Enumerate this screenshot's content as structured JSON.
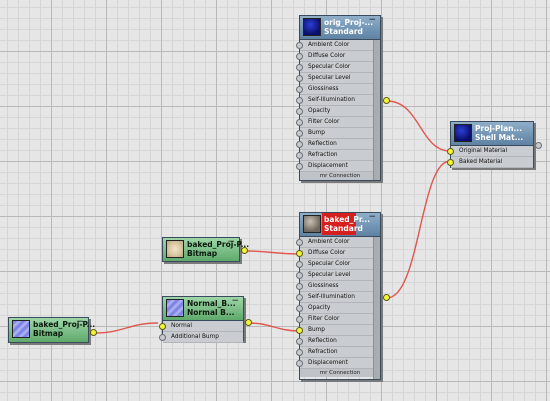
{
  "material_slots": [
    "Ambient Color",
    "Diffuse Color",
    "Specular Color",
    "Specular Level",
    "Glossiness",
    "Self-Illumination",
    "Opacity",
    "Filter Color",
    "Bump",
    "Reflection",
    "Refraction",
    "Displacement"
  ],
  "nodes": {
    "orig_material": {
      "title": "orig_Proj-...",
      "type": "Standard",
      "footer": "mr Connection",
      "minimize": "−"
    },
    "shell_material": {
      "title": "Proj-Plan...",
      "type": "Shell Mat...",
      "slots": [
        "Original Material",
        "Baked Material"
      ]
    },
    "baked_material": {
      "title": "baked_Pr...",
      "type": "Standard",
      "footer": "mr Connection",
      "minimize": "−"
    },
    "diffuse_bitmap": {
      "title": "baked_Proj-P...",
      "type": "Bitmap",
      "minimize": "−"
    },
    "normal_bump": {
      "title": "Normal_B...",
      "type": "Normal B...",
      "slots": [
        "Normal",
        "Additional Bump"
      ],
      "minimize": "−"
    },
    "normal_bitmap": {
      "title": "baked_Proj-P...",
      "type": "Bitmap",
      "minimize": "−"
    }
  },
  "colors": {
    "material_header": "#6f8fb0",
    "map_header": "#72b67d",
    "wire": "#e0574f",
    "active_socket": "#f4f43a"
  },
  "icons": {
    "footer_arrow": "▾"
  }
}
